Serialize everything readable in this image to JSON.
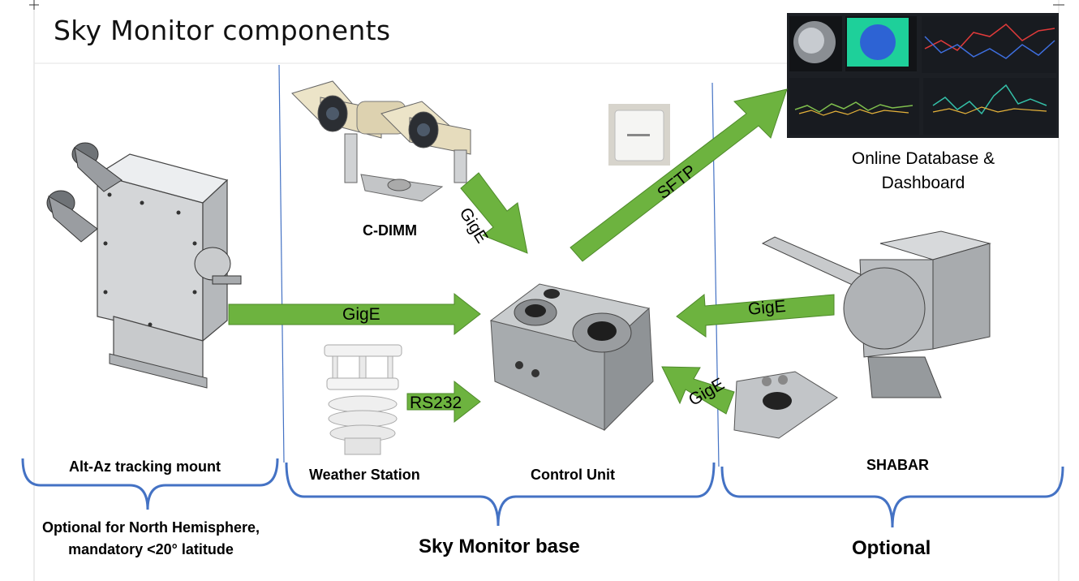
{
  "title": "Sky Monitor components",
  "labels": {
    "alt_az": "Alt-Az tracking mount",
    "cdimm": "C-DIMM",
    "weather": "Weather Station",
    "control": "Control Unit",
    "shabar": "SHABAR",
    "dashboard_line1": "Online Database &",
    "dashboard_line2": "Dashboard"
  },
  "connections": {
    "mount_to_control": "GigE",
    "cdimm_to_control": "GigE",
    "weather_to_control": "RS232",
    "control_to_dashboard": "SFTP",
    "shabar_top_to_control": "GigE",
    "shabar_bottom_to_control": "GigE"
  },
  "groups": {
    "left_note_line1": "Optional for North Hemisphere,",
    "left_note_line2": "mandatory <20° latitude",
    "base": "Sky Monitor base",
    "optional": "Optional"
  },
  "colors": {
    "arrow_fill": "#6db33f",
    "arrow_stroke": "#4e8a2a",
    "brace": "#4472c4",
    "divider": "#4472c4",
    "dashboard_bg": "#1c1f24"
  }
}
